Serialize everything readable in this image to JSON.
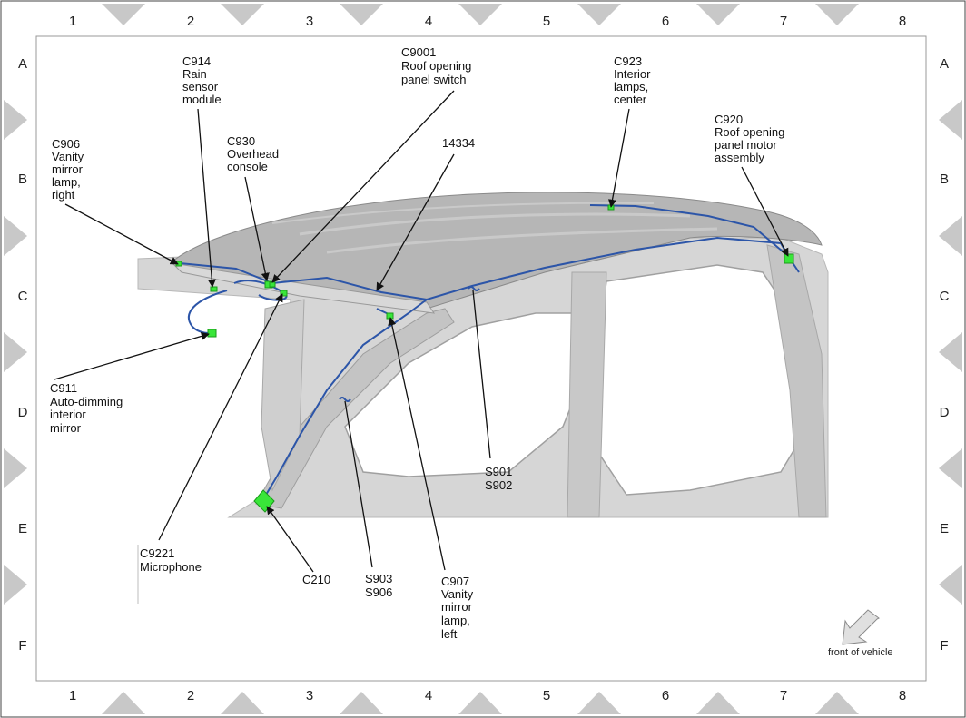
{
  "colors": {
    "frame": "#c8c8c8",
    "body_panel": "#d2d2d2",
    "roof": "#b4b4b4",
    "wire": "#2c55a8",
    "connector": "#39e639",
    "leader": "#111111"
  },
  "grid": {
    "columns": [
      "1",
      "2",
      "3",
      "4",
      "5",
      "6",
      "7",
      "8"
    ],
    "rows": [
      "A",
      "B",
      "C",
      "D",
      "E",
      "F"
    ]
  },
  "callouts": {
    "c906": [
      "C906",
      "Vanity",
      "mirror",
      "lamp,",
      "right"
    ],
    "c914": [
      "C914",
      "Rain",
      "sensor",
      "module"
    ],
    "c930": [
      "C930",
      "Overhead",
      "console"
    ],
    "c9001": [
      "C9001",
      "Roof opening",
      "panel switch"
    ],
    "h14334": [
      "14334"
    ],
    "c923": [
      "C923",
      "Interior",
      "lamps,",
      "center"
    ],
    "c920": [
      "C920",
      "Roof opening",
      "panel motor",
      "assembly"
    ],
    "c911": [
      "C911",
      "Auto-dimming",
      "interior",
      "mirror"
    ],
    "c9221": [
      "C9221",
      "Microphone"
    ],
    "c210": [
      "C210"
    ],
    "s903": [
      "S903",
      "S906"
    ],
    "c907": [
      "C907",
      "Vanity",
      "mirror",
      "lamp,",
      "left"
    ],
    "s901": [
      "S901",
      "S902"
    ]
  },
  "front_label": "front of vehicle",
  "icons": {
    "front_arrow": "arrow-down-left-icon"
  }
}
